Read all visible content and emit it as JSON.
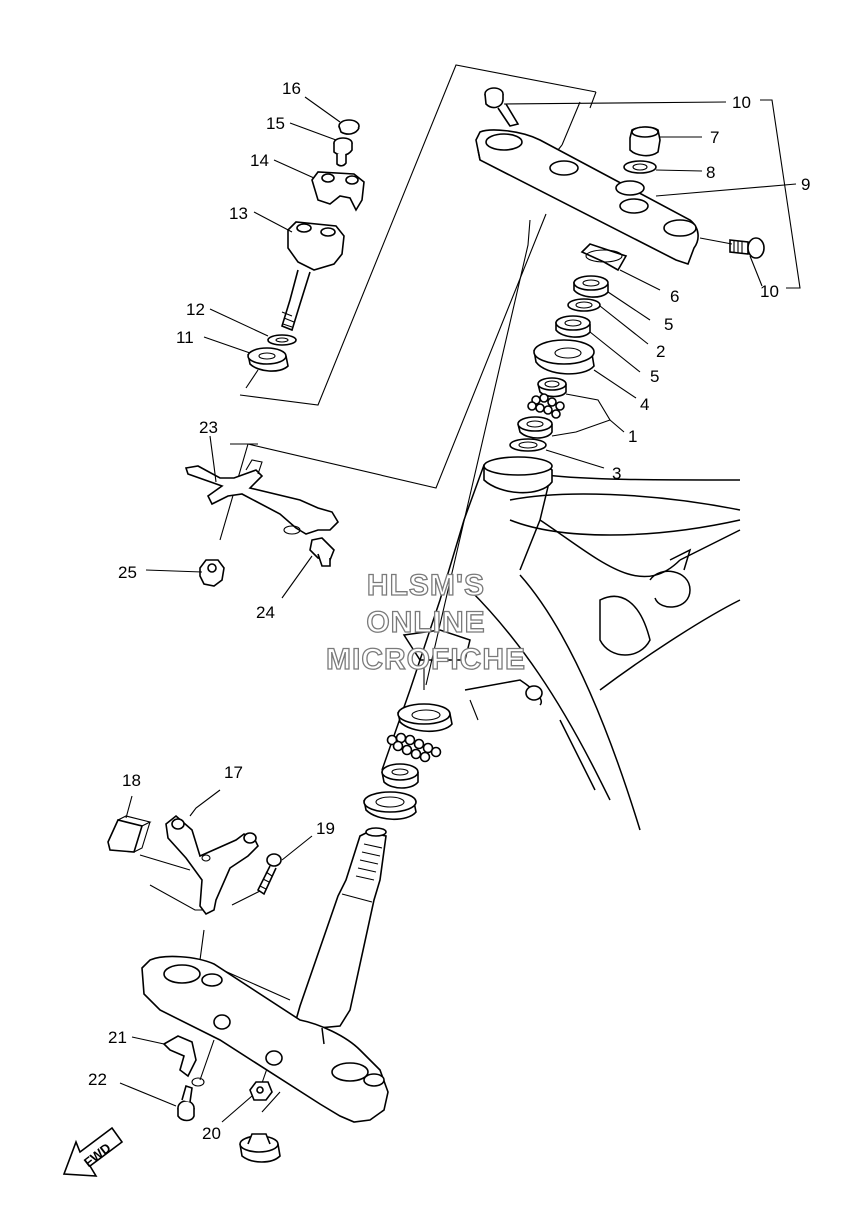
{
  "callouts": {
    "c1": "1",
    "c2": "2",
    "c3": "3",
    "c4": "4",
    "c5a": "5",
    "c5b": "5",
    "c6": "6",
    "c7": "7",
    "c8": "8",
    "c9": "9",
    "c10a": "10",
    "c10b": "10",
    "c11": "11",
    "c12": "12",
    "c13": "13",
    "c14": "14",
    "c15": "15",
    "c16": "16",
    "c17": "17",
    "c18": "18",
    "c19": "19",
    "c20": "20",
    "c21": "21",
    "c22": "22",
    "c23": "23",
    "c24": "24",
    "c25": "25"
  },
  "watermark": {
    "line1": "HLSM'S",
    "line2": "ONLINE",
    "line3": "MICROFICHE"
  },
  "fwd_label": "FWD"
}
